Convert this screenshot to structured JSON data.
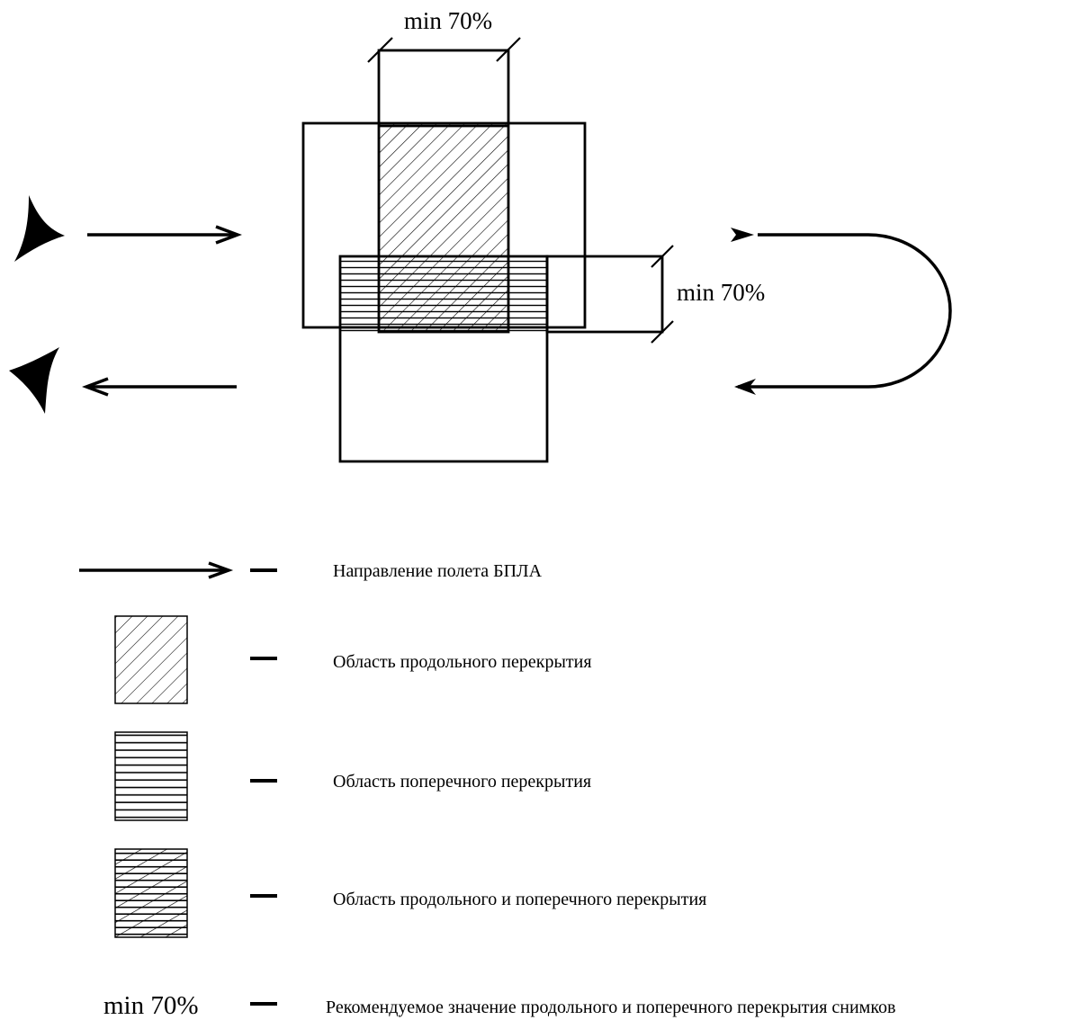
{
  "diagram": {
    "top_dimension_label": "min 70%",
    "side_dimension_label": "min 70%"
  },
  "legend": {
    "dash": "–",
    "items": [
      {
        "key": "flight-direction",
        "text": "Направление полета БПЛА"
      },
      {
        "key": "longitudinal-overlap",
        "text": "Область продольного перекрытия"
      },
      {
        "key": "transverse-overlap",
        "text": "Область поперечного перекрытия"
      },
      {
        "key": "combined-overlap",
        "text": "Область продольного и поперечного перекрытия"
      },
      {
        "key": "recommended-value",
        "symbol": "min 70%",
        "text": "Рекомендуемое значение продольного и поперечного перекрытия снимков"
      }
    ]
  }
}
